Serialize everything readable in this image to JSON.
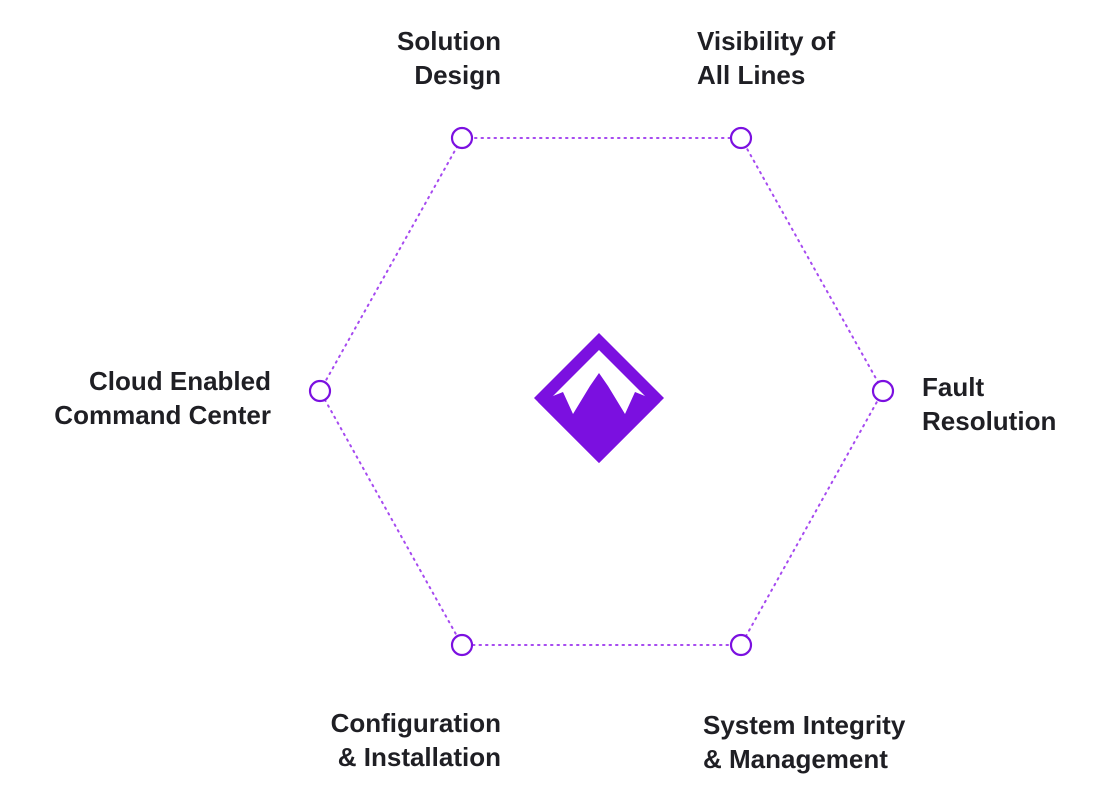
{
  "colors": {
    "accent": "#7b10e0",
    "connector": "#a64af0",
    "text": "#1f1f24",
    "background": "#ffffff"
  },
  "center_logo": {
    "icon": "crown-diamond-logo"
  },
  "nodes": [
    {
      "id": "solution-design",
      "line1": "Solution",
      "line2": "Design"
    },
    {
      "id": "visibility",
      "line1": "Visibility of",
      "line2": "All Lines"
    },
    {
      "id": "fault-resolution",
      "line1": "Fault",
      "line2": "Resolution"
    },
    {
      "id": "system-integrity",
      "line1": "System Integrity",
      "line2": "& Management"
    },
    {
      "id": "configuration",
      "line1": "Configuration",
      "line2": "& Installation"
    },
    {
      "id": "cloud-command",
      "line1": "Cloud Enabled",
      "line2": "Command Center"
    }
  ]
}
